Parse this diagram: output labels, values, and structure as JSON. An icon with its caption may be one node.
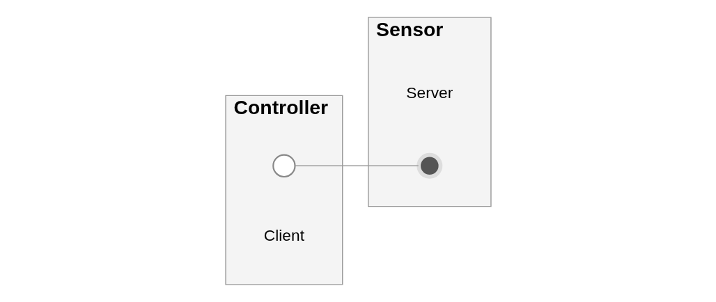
{
  "diagram": {
    "nodes": [
      {
        "text": [
          "Controller"
        ]
      },
      {
        "text": [
          "Sensor"
        ]
      },
      {
        "text": [],
        "shape": "circle",
        "in": 0,
        "beside": [
          "Client"
        ]
      },
      {
        "text": [],
        "shape": "circle",
        "in": 1,
        "beside": [
          "Server"
        ]
      }
    ],
    "edges": [
      {
        "from": 2,
        "to": 3,
        "arrow": "none"
      }
    ]
  }
}
